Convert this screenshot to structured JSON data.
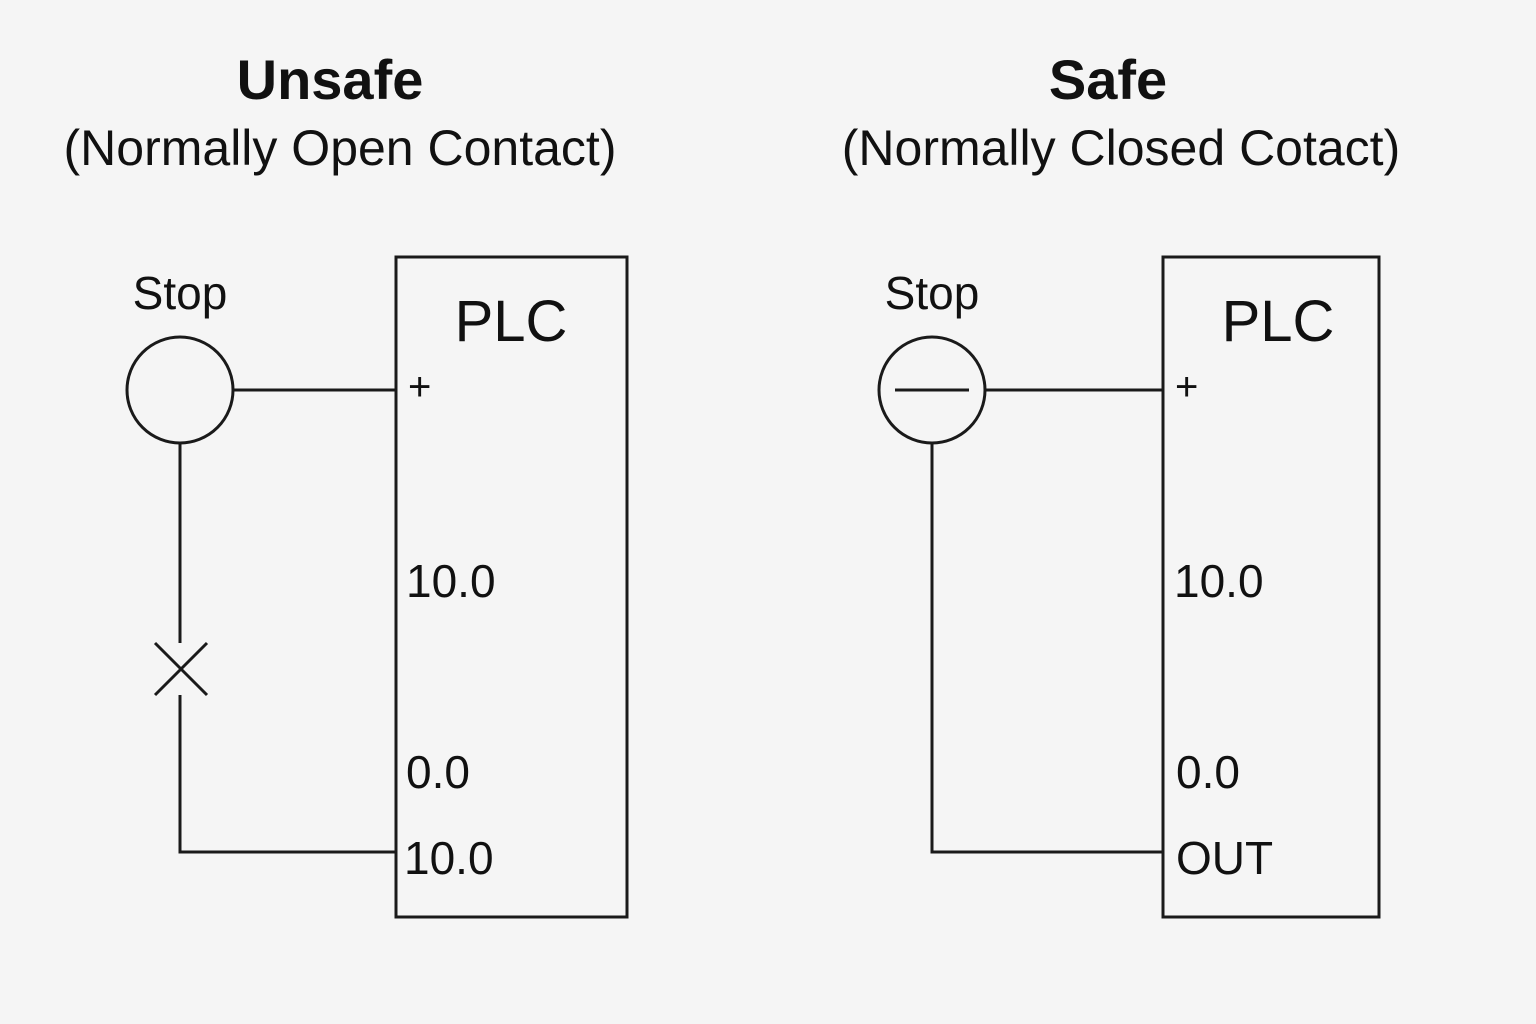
{
  "panels": {
    "unsafe": {
      "title": "Unsafe",
      "subtitle": "(Normally Open Contact)",
      "stop_label": "Stop",
      "plc_label": "PLC",
      "pins": {
        "plus": "+",
        "input": "10.0",
        "mid": "0.0",
        "bottom": "10.0"
      }
    },
    "safe": {
      "title": "Safe",
      "subtitle": "(Normally Closed Cotact)",
      "stop_label": "Stop",
      "plc_label": "PLC",
      "pins": {
        "plus": "+",
        "input": "10.0",
        "mid": "0.0",
        "bottom": "OUT"
      }
    }
  }
}
